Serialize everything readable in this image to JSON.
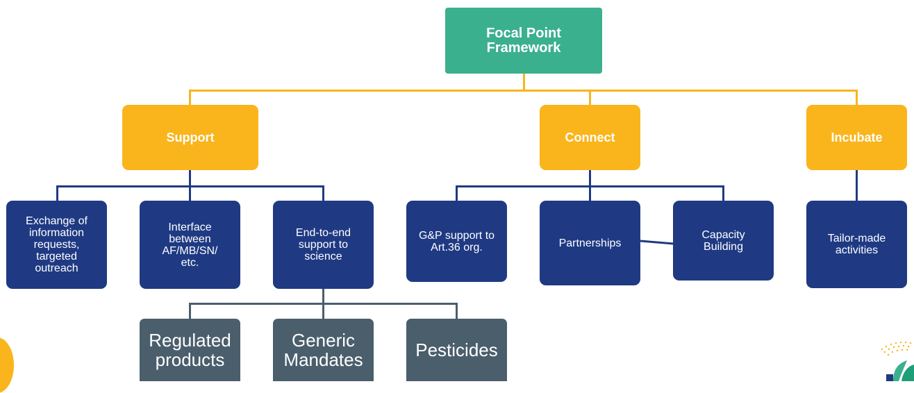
{
  "root": {
    "label": "Focal Point\nFramework"
  },
  "categories": {
    "support": {
      "label": "Support"
    },
    "connect": {
      "label": "Connect"
    },
    "incubate": {
      "label": "Incubate"
    }
  },
  "support_items": [
    {
      "label": "Exchange of\ninformation\nrequests,\ntargeted\noutreach"
    },
    {
      "label": "Interface\nbetween\nAF/MB/SN/\netc."
    },
    {
      "label": "End-to-end\nsupport to\nscience"
    }
  ],
  "science_items": [
    {
      "label": "Regulated\nproducts"
    },
    {
      "label": "Generic\nMandates"
    },
    {
      "label": "Pesticides"
    }
  ],
  "connect_items": [
    {
      "label": "G&P support to\nArt.36 org."
    },
    {
      "label": "Partnerships"
    },
    {
      "label": "Capacity\nBuilding"
    }
  ],
  "incubate_items": [
    {
      "label": "Tailor-made\nactivities"
    }
  ],
  "colors": {
    "root": "#3bb08f",
    "category": "#f9b51b",
    "item": "#1f3a83",
    "sub_item": "#4a5e6c"
  }
}
